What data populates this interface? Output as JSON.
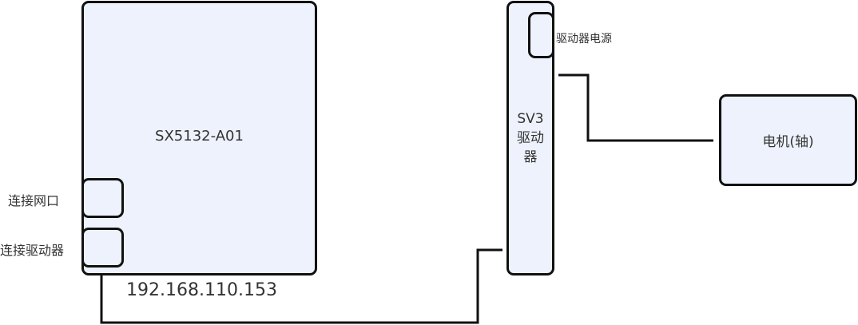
{
  "controller": {
    "title": "SX5132-A01",
    "ip": "192.168.110.153",
    "ports": [
      {
        "label": "连接网口"
      },
      {
        "label": "连接驱动器"
      }
    ]
  },
  "driver": {
    "title_line1": "SV3",
    "title_line2": "驱动",
    "title_line3": "器",
    "power_port_label": "驱动器电源"
  },
  "motor": {
    "title": "电机(轴)"
  },
  "colors": {
    "box_fill": "#edf2fc",
    "stroke": "#111111"
  }
}
